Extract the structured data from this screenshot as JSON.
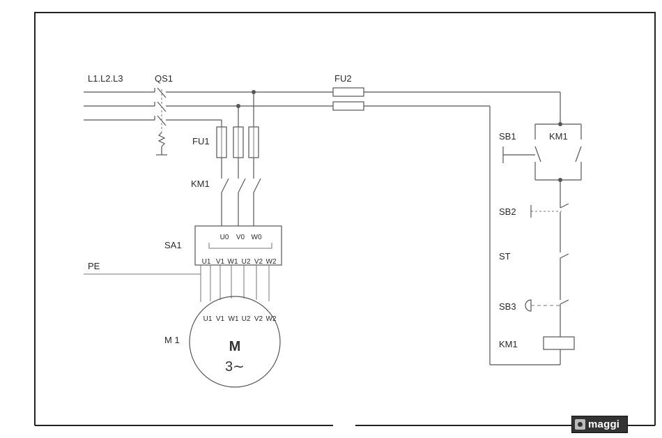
{
  "labels": {
    "lines": "L1.L2.L3",
    "qs1": "QS1",
    "fu2": "FU2",
    "fu1": "FU1",
    "km1_main": "KM1",
    "sa1": "SA1",
    "pe": "PE",
    "motor_id": "M 1",
    "motor_letter": "M",
    "motor_type": "3∼",
    "sb1": "SB1",
    "km1_hold": "KM1",
    "sb2": "SB2",
    "st": "ST",
    "sb3": "SB3",
    "km1_coil": "KM1"
  },
  "switch_top": {
    "u0": "U0",
    "v0": "V0",
    "w0": "W0"
  },
  "switch_bottom": [
    "U1",
    "V1",
    "W1",
    "U2",
    "V2",
    "W2"
  ],
  "motor_terminals": [
    "U1",
    "V1",
    "W1",
    "U2",
    "V2",
    "W2"
  ],
  "logo": {
    "text": "maggi",
    "icon": "maggi-logo-icon"
  }
}
